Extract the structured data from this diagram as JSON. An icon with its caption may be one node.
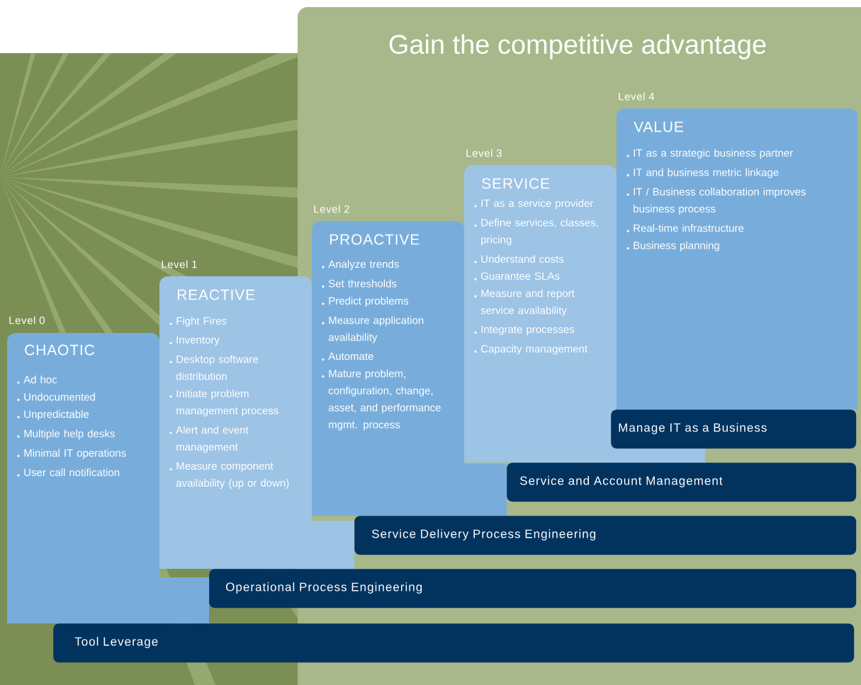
{
  "diagram": {
    "title": "Gain the competitive advantage",
    "nodes": [
      {
        "text": [
          "Level 0",
          "CHAOTIC",
          "Ad hoc",
          "Undocumented",
          "Unpredictable",
          "Multiple help desks",
          "Minimal IT operations",
          "User call notification"
        ]
      },
      {
        "text": [
          "Level 1",
          "REACTIVE",
          "Fight Fires",
          "Inventory",
          "Desktop software distribution",
          "Initiate problem management process",
          "Alert and event management",
          "Measure component availability (up or down)"
        ]
      },
      {
        "text": [
          "Level 2",
          "PROACTIVE",
          "Analyze trends",
          "Set thresholds",
          "Predict problems",
          "Measure application availability",
          "Automate",
          "Mature problem, configuration, change, asset, and performance mgmt. process"
        ]
      },
      {
        "text": [
          "Level 3",
          "SERVICE",
          "IT as a service provider",
          "Define services, classes, pricing",
          "Understand costs",
          "Guarantee SLAs",
          "Measure and report service availability",
          "Integrate processes",
          "Capacity management"
        ]
      },
      {
        "text": [
          "Level 4",
          "VALUE",
          "IT as a strategic business partner",
          "IT and business metric linkage",
          "IT / Business collaboration improves business process",
          "Real-time infrastructure",
          "Business planning"
        ]
      },
      {
        "text": [
          "Manage IT as a Business"
        ]
      },
      {
        "text": [
          "Service and Account Management"
        ]
      },
      {
        "text": [
          "Service Delivery Process Engineering"
        ]
      },
      {
        "text": [
          "Operational Process Engineering"
        ]
      },
      {
        "text": [
          "Tool Leverage"
        ]
      }
    ]
  }
}
